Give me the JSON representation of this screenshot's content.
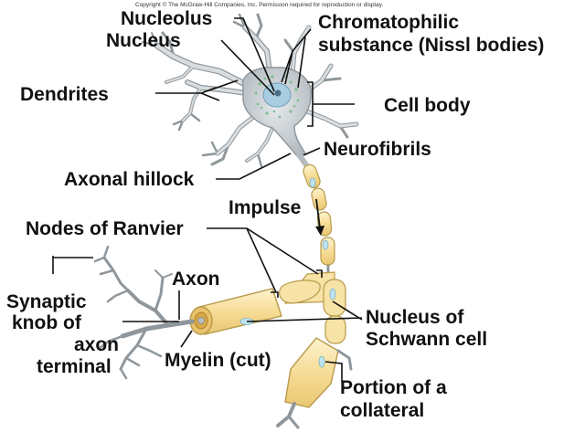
{
  "copyright": "Copyright © The McGraw-Hill Companies, Inc. Permission required for reproduction or display.",
  "labels": {
    "nucleolus": "Nucleolus",
    "nucleus": "Nucleus",
    "chromatophilic_line1": "Chromatophilic",
    "chromatophilic_line2": "substance (Nissl bodies)",
    "dendrites": "Dendrites",
    "cell_body": "Cell body",
    "neurofibrils": "Neurofibrils",
    "axonal_hillock": "Axonal hillock",
    "impulse": "Impulse",
    "nodes_of_ranvier": "Nodes of Ranvier",
    "axon": "Axon",
    "synaptic_line1": "Synaptic",
    "synaptic_line2": "knob of",
    "synaptic_line3": "axon",
    "synaptic_line4": "terminal",
    "myelin": "Myelin (cut)",
    "schwann_line1": "Nucleus of",
    "schwann_line2": "Schwann cell",
    "collateral_line1": "Portion of a",
    "collateral_line2": "collateral"
  },
  "colors": {
    "neuron_body": "#c9ced2",
    "neuron_outline": "#8f979c",
    "myelin_fill": "#f7e3a6",
    "myelin_outline": "#b89a4a",
    "nucleus_fill": "#bfe3ee",
    "nissl_dots": "#7fbf8f"
  }
}
